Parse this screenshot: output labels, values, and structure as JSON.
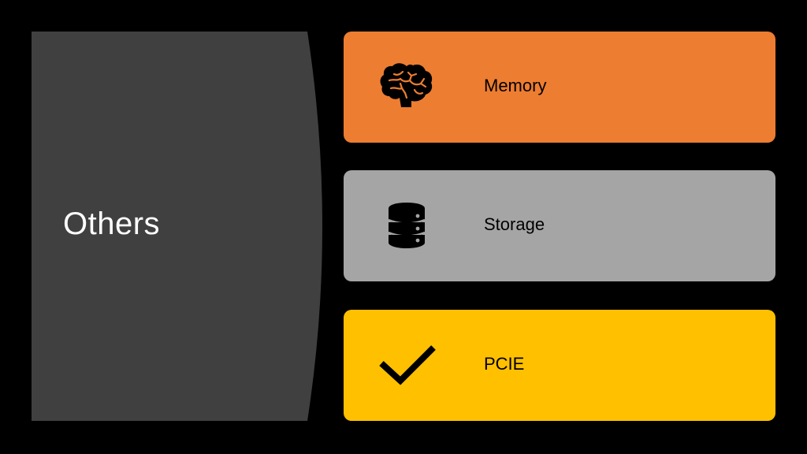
{
  "title": "Others",
  "colors": {
    "background": "#000000",
    "panel": "#404040",
    "memory": "#ED7D31",
    "storage": "#A5A5A5",
    "pcie": "#FFC000"
  },
  "items": [
    {
      "label": "Memory",
      "icon": "brain-icon"
    },
    {
      "label": "Storage",
      "icon": "database-icon"
    },
    {
      "label": "PCIE",
      "icon": "checkmark-icon"
    }
  ]
}
